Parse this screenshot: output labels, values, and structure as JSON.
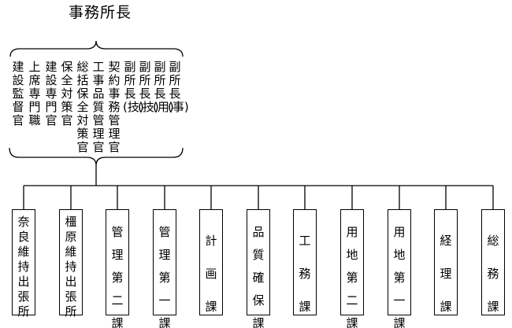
{
  "head": {
    "title": "事務所長"
  },
  "staff": [
    {
      "id": "s1",
      "label": "建設監督官"
    },
    {
      "id": "s2",
      "label": "上席専門職"
    },
    {
      "id": "s3",
      "label": "建設専門官"
    },
    {
      "id": "s4",
      "label": "保全対策官"
    },
    {
      "id": "s5",
      "label": "総括保全対策官"
    },
    {
      "id": "s6",
      "label": "工事品質管理官"
    },
    {
      "id": "s7",
      "label": "契約事務管理官"
    },
    {
      "id": "s8",
      "label": "副所長(技)"
    },
    {
      "id": "s9",
      "label": "副所長(技)"
    },
    {
      "id": "s10",
      "label": "副所長(用)"
    },
    {
      "id": "s11",
      "label": "副所長(事)"
    }
  ],
  "sections": [
    {
      "id": "sec1",
      "label": "奈良維持出張所"
    },
    {
      "id": "sec2",
      "label": "橿原維持出張所"
    },
    {
      "id": "sec3",
      "label": "管理第二課"
    },
    {
      "id": "sec4",
      "label": "管理第一課"
    },
    {
      "id": "sec5",
      "label": "計画課"
    },
    {
      "id": "sec6",
      "label": "品質確保課"
    },
    {
      "id": "sec7",
      "label": "工務課"
    },
    {
      "id": "sec8",
      "label": "用地第二課"
    },
    {
      "id": "sec9",
      "label": "用地第一課"
    },
    {
      "id": "sec10",
      "label": "経理課"
    },
    {
      "id": "sec11",
      "label": "総務課"
    }
  ],
  "colors": {
    "line": "#000000",
    "background": "#ffffff",
    "text": "#000000"
  }
}
